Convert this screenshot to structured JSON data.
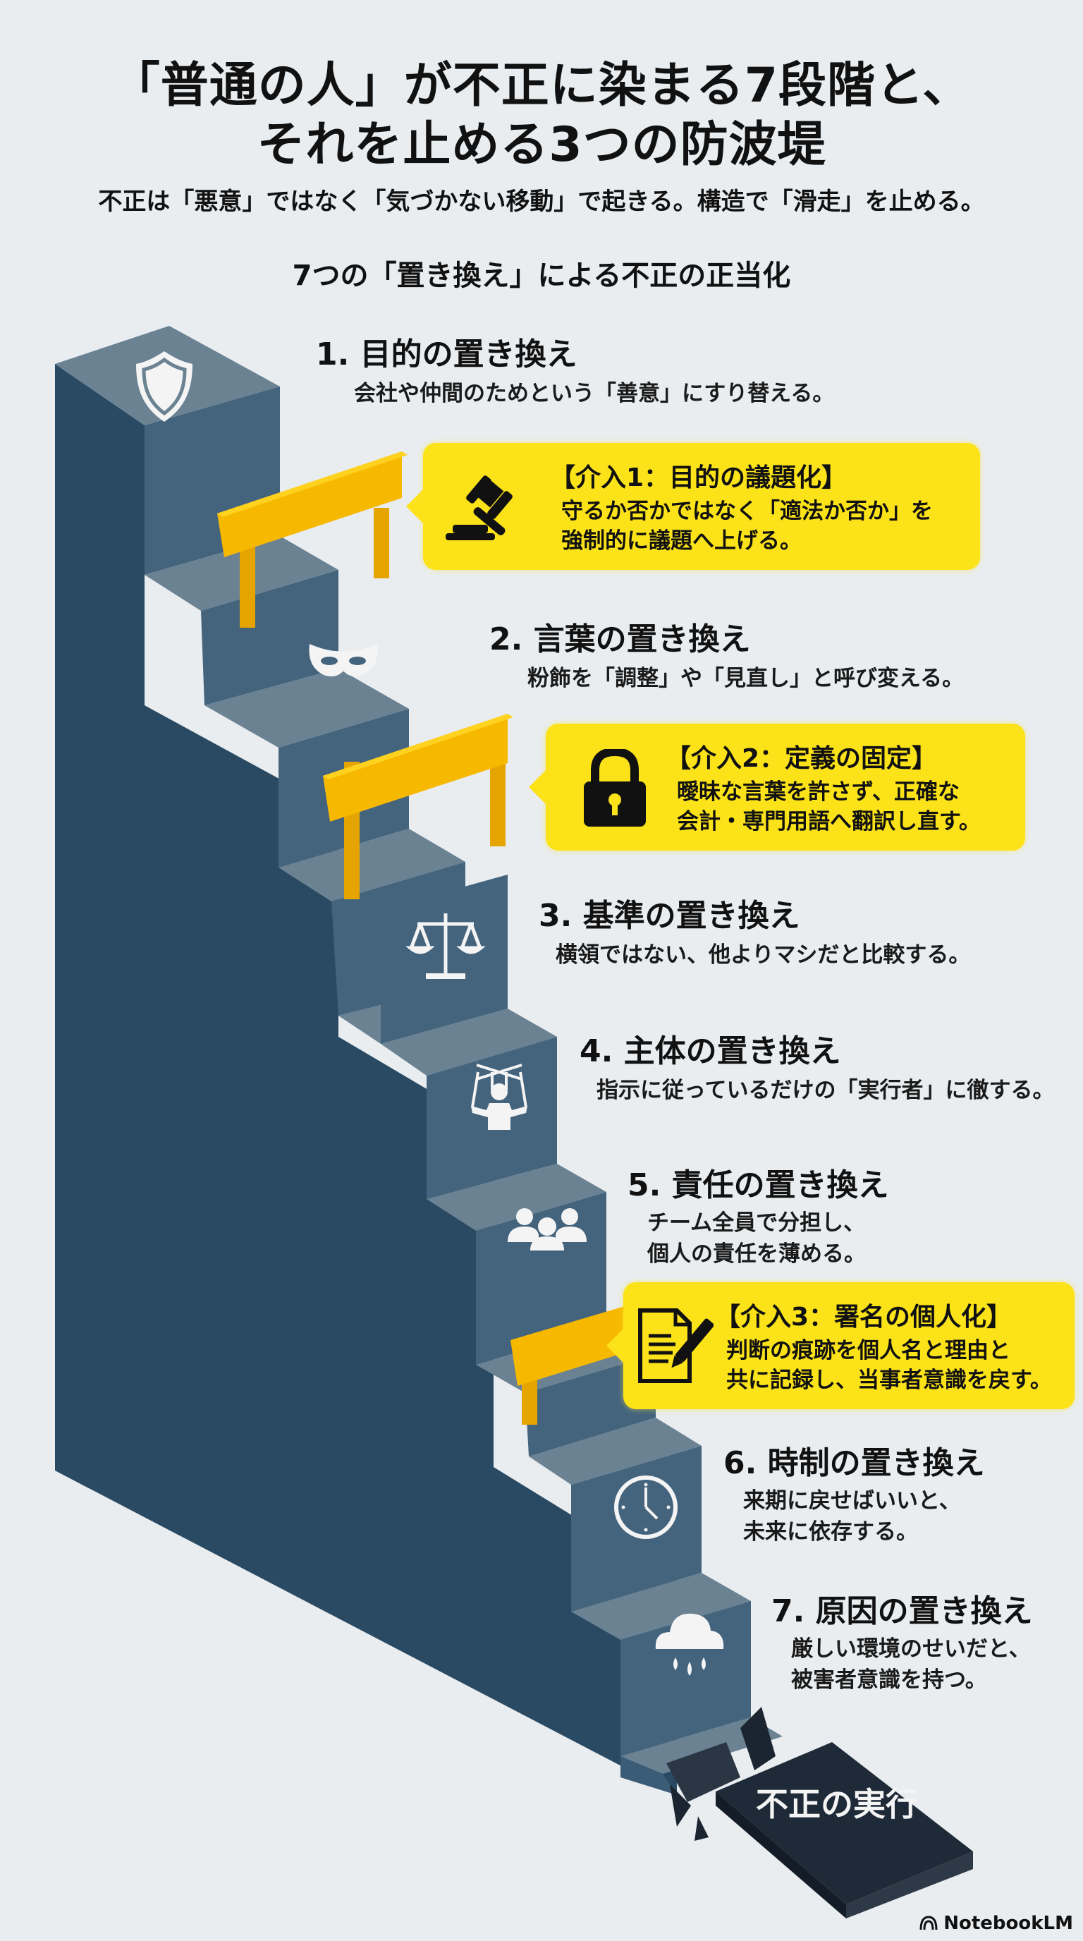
{
  "header": {
    "title_line1": "「普通の人」が不正に染まる7段階と、",
    "title_line2": "それを止める3つの防波堤",
    "subtitle": "不正は「悪意」ではなく「気づかない移動」で起きる。構造で「滑走」を止める。",
    "section_title": "7つの「置き換え」による不正の正当化"
  },
  "stages": [
    {
      "number": "1.",
      "title": "1. 目的の置き換え",
      "desc": [
        "会社や仲間のためという「善意」にすり替える。"
      ],
      "icon": "shield-icon"
    },
    {
      "number": "2.",
      "title": "2. 言葉の置き換え",
      "desc": [
        "粉飾を「調整」や「見直し」と呼び変える。"
      ],
      "icon": "mask-icon"
    },
    {
      "number": "3.",
      "title": "3. 基準の置き換え",
      "desc": [
        "横領ではない、他よりマシだと比較する。"
      ],
      "icon": "scales-icon"
    },
    {
      "number": "4.",
      "title": "4. 主体の置き換え",
      "desc": [
        "指示に従っているだけの「実行者」に徹する。"
      ],
      "icon": "puppet-icon"
    },
    {
      "number": "5.",
      "title": "5. 責任の置き換え",
      "desc": [
        "チーム全員で分担し、",
        "個人の責任を薄める。"
      ],
      "icon": "group-icon"
    },
    {
      "number": "6.",
      "title": "6. 時制の置き換え",
      "desc": [
        "来期に戻せばいいと、",
        "未来に依存する。"
      ],
      "icon": "clock-icon"
    },
    {
      "number": "7.",
      "title": "7. 原因の置き換え",
      "desc": [
        "厳しい環境のせいだと、",
        "被害者意識を持つ。"
      ],
      "icon": "rain-cloud-icon"
    }
  ],
  "interventions": [
    {
      "title": "【介入1：目的の議題化】",
      "text": [
        "守るか否かではなく「適法か否か」を",
        "強制的に議題へ上げる。"
      ],
      "icon": "gavel-icon"
    },
    {
      "title": "【介入2：定義の固定】",
      "text": [
        "曖昧な言葉を許さず、正確な",
        "会計・専門用語へ翻訳し直す。"
      ],
      "icon": "padlock-icon"
    },
    {
      "title": "【介入3：署名の個人化】",
      "text": [
        "判断の痕跡を個人名と理由と",
        "共に記録し、当事者意識を戻す。"
      ],
      "icon": "signed-document-icon"
    }
  ],
  "final_block": {
    "label": "不正の実行"
  },
  "brand": {
    "name": "NotebookLM"
  },
  "colors": {
    "background": "#e9edf0",
    "stair_side": "#2a4a63",
    "stair_riser": "#44647e",
    "stair_tread": "#6b8293",
    "barrier_yellow": "#f7b800",
    "callout_yellow": "#fbe219",
    "final_block": "#1f2a38"
  }
}
